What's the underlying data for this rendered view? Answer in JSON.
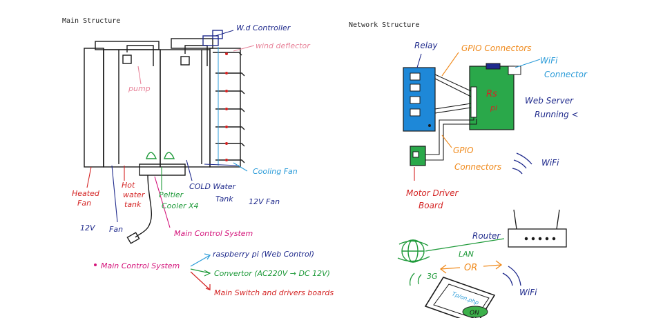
{
  "headings": {
    "main": "Main Structure",
    "network": "Network Structure"
  },
  "main_labels": {
    "wd_controller": "W.d Controller",
    "wind_deflector": "wind deflector",
    "pump": "pump",
    "heated_fan": [
      "Heated",
      "Fan"
    ],
    "hot_water_tank": [
      "Hot",
      "water",
      "tank"
    ],
    "peltier": [
      "Peltier",
      "Cooler X4"
    ],
    "cold_water_tank": [
      "COLD Water",
      "Tank"
    ],
    "fan_12v_right": "12V Fan",
    "cooling_fan": "Cooling Fan",
    "v12": "12V",
    "fan_left": "Fan",
    "main_control_system": "Main Control System"
  },
  "bullet": {
    "head": "Main Control System",
    "items": [
      "raspberry pi (Web Control)",
      "Convertor (AC220V → DC 12V)",
      "Main Switch and drivers boards"
    ]
  },
  "network_labels": {
    "relay": "Relay",
    "gpio_top": "GPIO Connectors",
    "wifi_connector": [
      "WiFi",
      "Connector"
    ],
    "rpi": [
      "Rs",
      "pi"
    ],
    "web_server": [
      "Web Server",
      "Running <"
    ],
    "gpio_bottom": [
      "GPIO",
      "Connectors"
    ],
    "wifi_mid": "WiFi",
    "motor_driver": [
      "Motor Driver",
      "Board"
    ],
    "router": "Router",
    "lan": "LAN",
    "or": "OR",
    "g3": "3G",
    "wifi_bottom": "WiFi",
    "phone_text": "Tp/on.php",
    "phone_button": "ON"
  },
  "colors": {
    "ink": "#1a1a1a",
    "navy": "#1f2a8c",
    "red": "#d42424",
    "pink": "#e8849a",
    "green": "#1f9a3a",
    "magenta": "#d4137a",
    "sky": "#2a9bd8",
    "orange": "#f08a1c",
    "relay_blue": "#1e88d8",
    "rpi_green": "#2aa84a",
    "button_green": "#3cb04a"
  }
}
